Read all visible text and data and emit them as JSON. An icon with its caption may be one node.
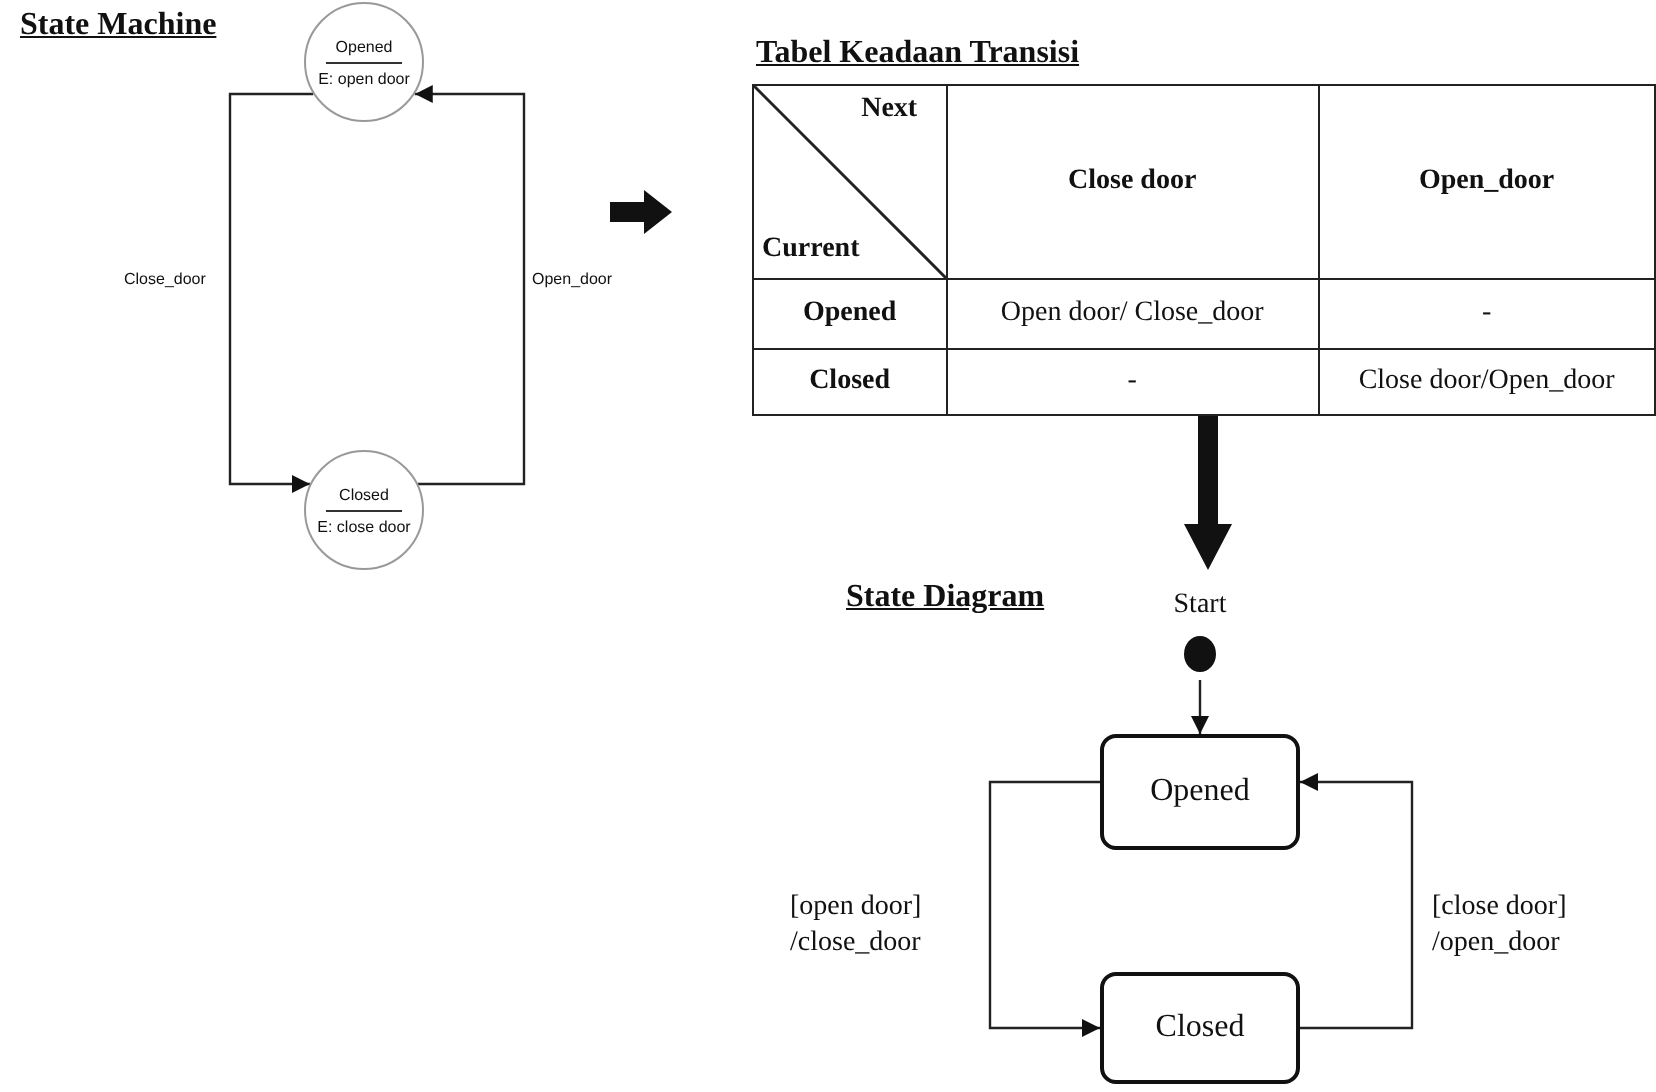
{
  "diagram": {
    "nodes": [
      {
        "text": [
          "Opened",
          "E: open door"
        ]
      },
      {
        "text": [
          "Closed",
          "E: close door"
        ]
      },
      {
        "text": [
          "Start"
        ]
      },
      {
        "text": [
          "Opened"
        ]
      },
      {
        "text": [
          "Closed"
        ]
      }
    ],
    "edges": [
      {
        "from": 0,
        "to": 1,
        "arrow": "to",
        "label": "Close_door"
      },
      {
        "from": 1,
        "to": 0,
        "arrow": "to",
        "label": "Open_door"
      },
      {
        "from": 2,
        "to": 3,
        "arrow": "to"
      },
      {
        "from": 3,
        "to": 4,
        "arrow": "to",
        "label": "[open door] /close_door"
      },
      {
        "from": 4,
        "to": 3,
        "arrow": "to",
        "label": "[close door] /open_door"
      }
    ],
    "labels": [
      "State Machine",
      "Tabel Keadaan Transisi",
      "Next",
      "Current",
      "Close door",
      "Open_door",
      "Opened",
      "Open door/ Close_door",
      "-",
      "Closed",
      "-",
      "Close door/Open_door",
      "State Diagram"
    ]
  }
}
